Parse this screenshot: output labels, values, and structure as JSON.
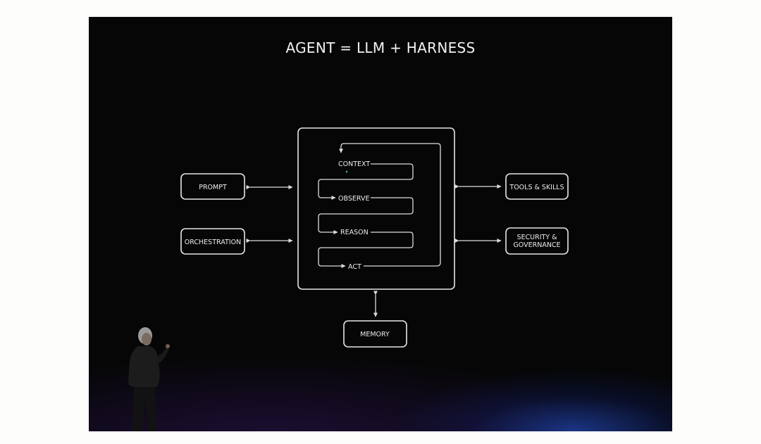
{
  "slide": {
    "title": "AGENT = LLM + HARNESS"
  },
  "harness_loop": {
    "steps": [
      "CONTEXT",
      "OBSERVE",
      "REASON",
      "ACT"
    ]
  },
  "left_modules": {
    "prompt": "PROMPT",
    "orchestration": "ORCHESTRATION"
  },
  "right_modules": {
    "tools": "TOOLS & SKILLS",
    "security_line1": "SECURITY &",
    "security_line2": "GOVERNANCE"
  },
  "bottom_module": {
    "memory": "MEMORY"
  },
  "colors": {
    "slide_background": "#060606",
    "line": "#e6e6e6",
    "stage_glow": "#285ae6"
  }
}
